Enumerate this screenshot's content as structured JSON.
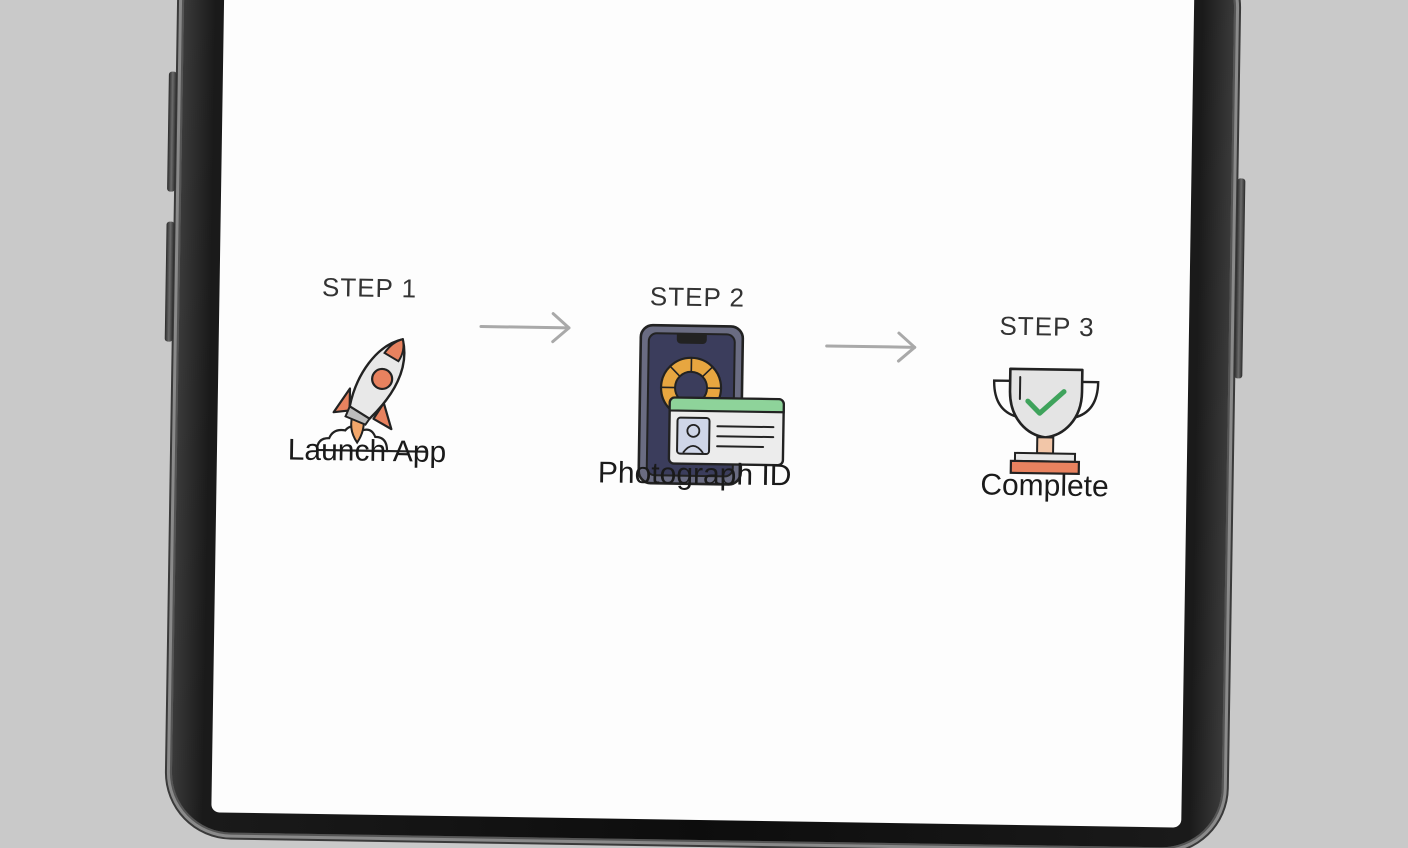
{
  "steps": [
    {
      "label": "STEP 1",
      "title": "Launch App",
      "icon": "rocket-icon"
    },
    {
      "label": "STEP 2",
      "title": "Photograph ID",
      "icon": "phone-id-card-icon"
    },
    {
      "label": "STEP 3",
      "title": "Complete",
      "icon": "trophy-check-icon"
    }
  ],
  "colors": {
    "accent_orange": "#e8825f",
    "id_green": "#8ed39a",
    "phone_navy": "#3b3d5c",
    "ring_gold": "#e7a640",
    "check_green": "#3fa35c",
    "arrow_gray": "#a9a9a9"
  }
}
